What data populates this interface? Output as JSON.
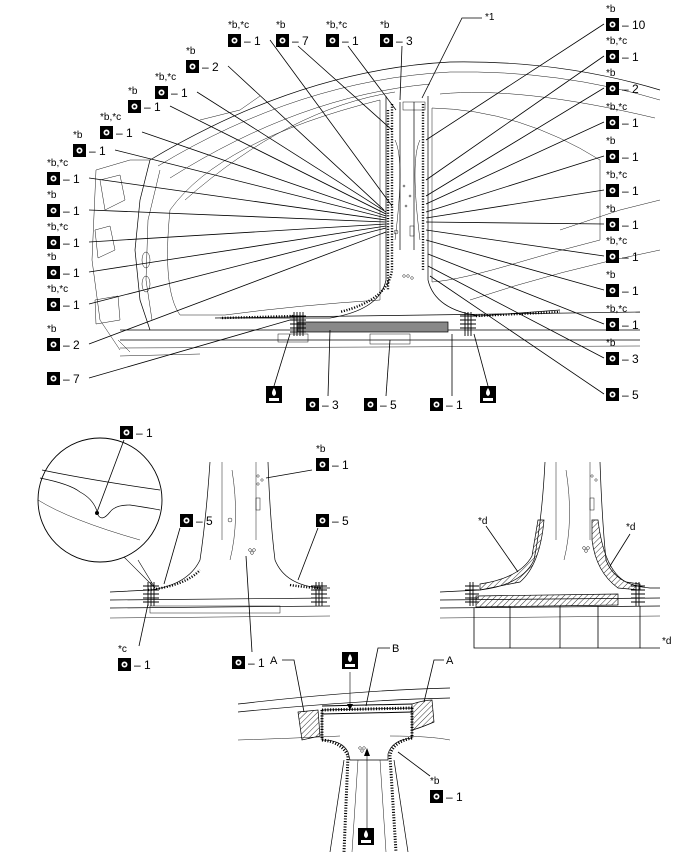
{
  "callouts_top_left": [
    {
      "qual": "*b,*c",
      "num": "1"
    },
    {
      "qual": "*b",
      "num": "2"
    },
    {
      "qual": "*b,*c",
      "num": "1"
    },
    {
      "qual": "*b",
      "num": "1"
    },
    {
      "qual": "*b,*c",
      "num": "1"
    },
    {
      "qual": "*b",
      "num": "1"
    },
    {
      "qual": "*b,*c",
      "num": "1"
    },
    {
      "qual": "*b",
      "num": "1"
    },
    {
      "qual": "*b,*c",
      "num": "1"
    },
    {
      "qual": "*b",
      "num": "1"
    },
    {
      "qual": "*b,*c",
      "num": "1"
    },
    {
      "qual": "*b",
      "num": "2"
    },
    {
      "qual": "",
      "num": "7"
    }
  ],
  "callouts_top_center": [
    {
      "qual": "*b",
      "num": "7"
    },
    {
      "qual": "*b,*c",
      "num": "1"
    },
    {
      "qual": "*b",
      "num": "3"
    }
  ],
  "callouts_right": [
    {
      "qual": "*b",
      "num": "10"
    },
    {
      "qual": "*b,*c",
      "num": "1"
    },
    {
      "qual": "*b",
      "num": "2"
    },
    {
      "qual": "*b,*c",
      "num": "1"
    },
    {
      "qual": "*b",
      "num": "1"
    },
    {
      "qual": "*b,*c",
      "num": "1"
    },
    {
      "qual": "*b",
      "num": "1"
    },
    {
      "qual": "*b,*c",
      "num": "1"
    },
    {
      "qual": "*b",
      "num": "1"
    },
    {
      "qual": "*b,*c",
      "num": "1"
    },
    {
      "qual": "*b",
      "num": "3"
    },
    {
      "qual": "",
      "num": "5"
    }
  ],
  "callouts_bottom_row": [
    {
      "qual": "",
      "num": "3"
    },
    {
      "qual": "",
      "num": "5"
    },
    {
      "qual": "",
      "num": "1"
    }
  ],
  "star_1": "*1",
  "mid_left": {
    "zoom_callout": "1",
    "upper_right": {
      "qual": "*b",
      "num": "1"
    },
    "left_5": "5",
    "right_5": "5",
    "bottom_c": {
      "qual": "*c",
      "num": "1"
    },
    "bottom_center": "1"
  },
  "mid_right": {
    "d_left": "*d",
    "d_right": "*d",
    "d_bottom": "*d"
  },
  "bottom": {
    "label_a_left": "A",
    "label_a_right": "A",
    "label_b": "B",
    "callout": {
      "qual": "*b",
      "num": "1"
    }
  },
  "dash": "–",
  "icons": {
    "weld_spot": "spot-weld-icon",
    "sealer": "sealer-application-icon"
  }
}
